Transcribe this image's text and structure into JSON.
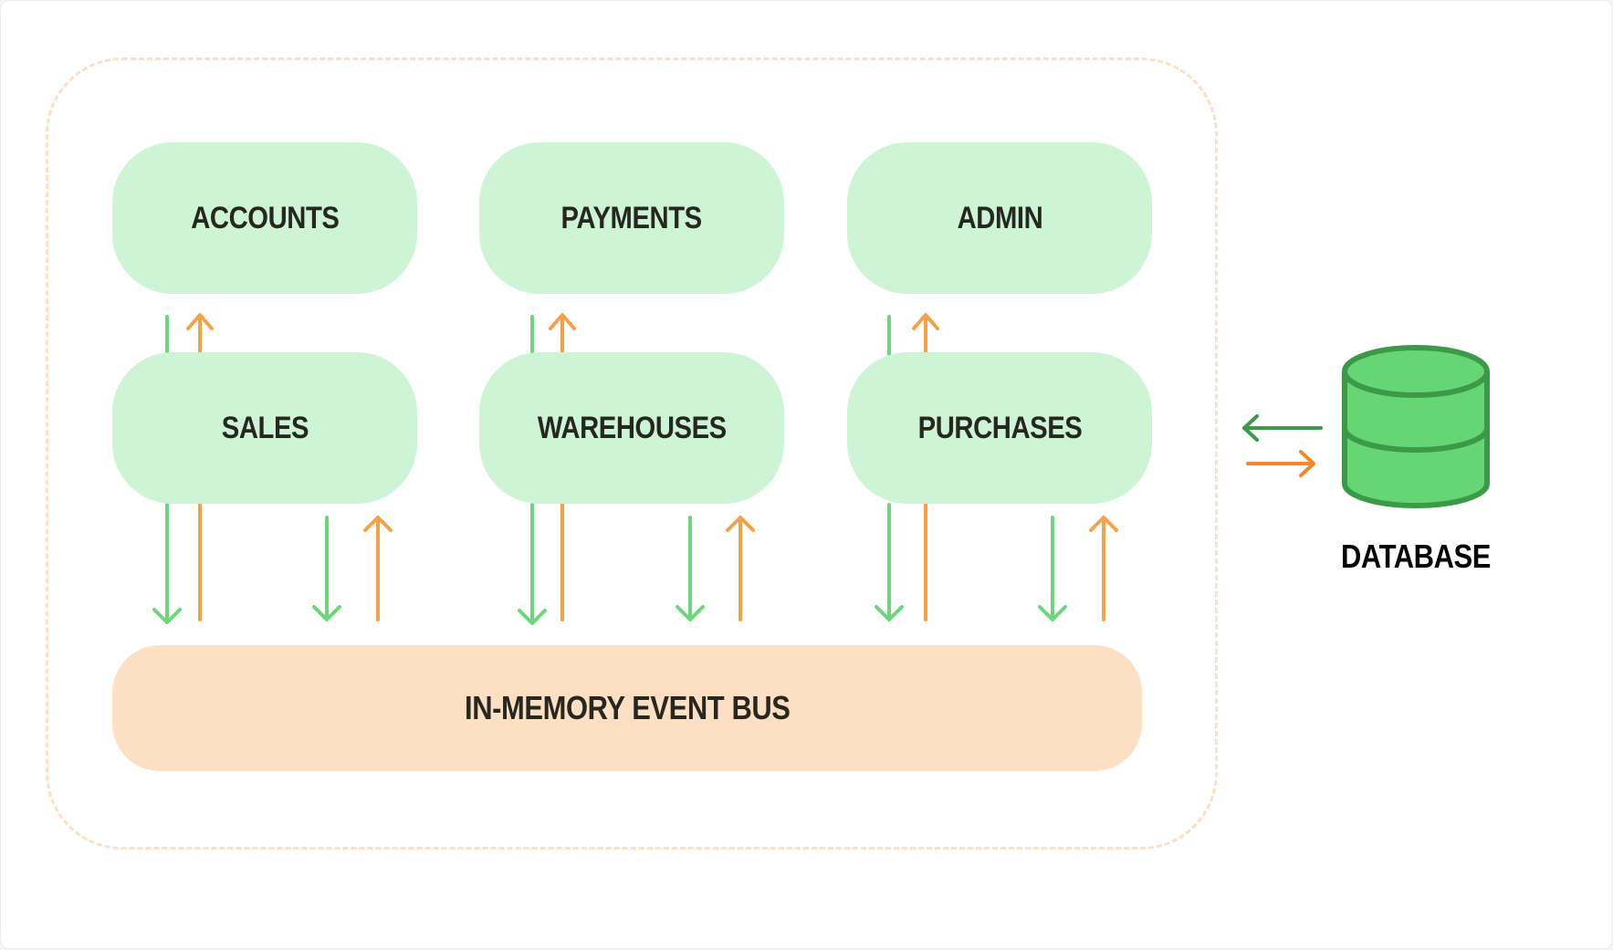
{
  "modules": {
    "accounts": "ACCOUNTS",
    "payments": "PAYMENTS",
    "admin": "ADMIN",
    "sales": "SALES",
    "warehouses": "WAREHOUSES",
    "purchases": "PURCHASES"
  },
  "bus": {
    "label": "IN-MEMORY EVENT BUS"
  },
  "database": {
    "label": "DATABASE",
    "icon": "database-cylinder-icon"
  },
  "colors": {
    "module_fill": "#cdf4d4",
    "bus_fill": "#fde0c3",
    "boundary_dash": "#fbe0c4",
    "arrow_down": "#6dd67a",
    "arrow_up": "#f5a14a",
    "db_fill": "#66d574",
    "db_stroke": "#3a9a48",
    "db_arrow_green": "#3d9a4b",
    "db_arrow_orange": "#ef8a26"
  }
}
